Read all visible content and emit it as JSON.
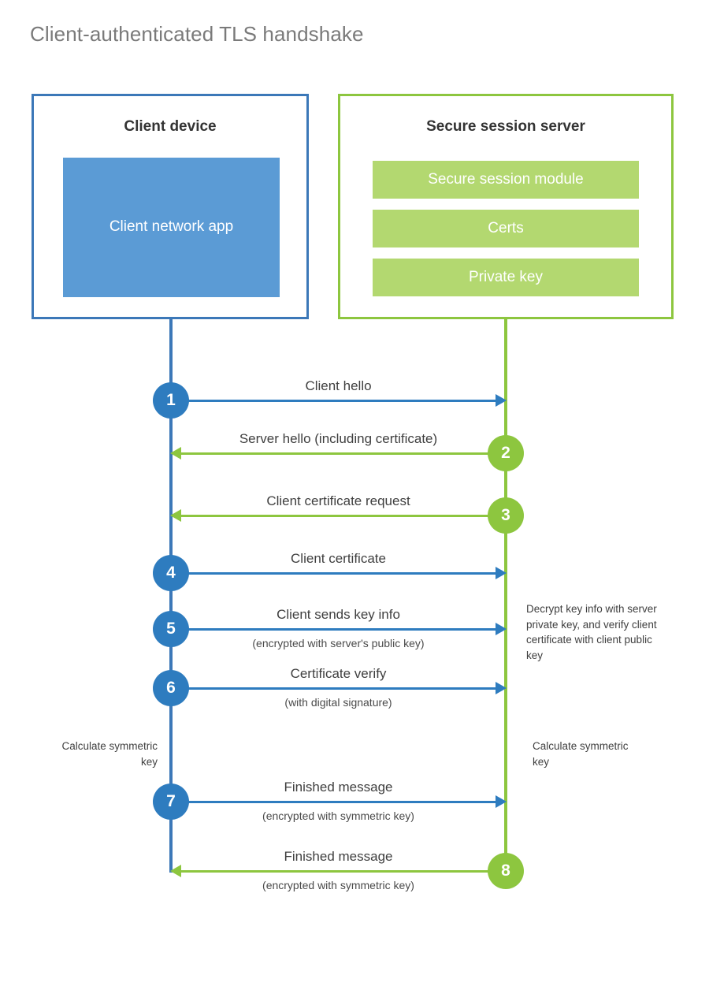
{
  "title": "Client-authenticated TLS handshake",
  "colors": {
    "client_border": "#3c78b8",
    "client_fill": "#5b9bd5",
    "client_accent": "#2e7cbf",
    "server_border": "#8dc63f",
    "server_fill": "#b3d870",
    "server_accent": "#8dc63f",
    "title_text": "#7a7a7a",
    "body_text": "#3f3f3f",
    "background": "#ffffff"
  },
  "actors": {
    "client": {
      "title": "Client device",
      "component": "Client network app"
    },
    "server": {
      "title": "Secure session server",
      "components": [
        "Secure session module",
        "Certs",
        "Private key"
      ]
    }
  },
  "steps": [
    {
      "number": "1",
      "label": "Client hello",
      "sublabel": "",
      "direction": "client-to-server",
      "side": "client"
    },
    {
      "number": "2",
      "label": "Server hello (including certificate)",
      "sublabel": "",
      "direction": "server-to-client",
      "side": "server"
    },
    {
      "number": "3",
      "label": "Client certificate request",
      "sublabel": "",
      "direction": "server-to-client",
      "side": "server"
    },
    {
      "number": "4",
      "label": "Client certificate",
      "sublabel": "",
      "direction": "client-to-server",
      "side": "client"
    },
    {
      "number": "5",
      "label": "Client sends key info",
      "sublabel": "(encrypted with server's public key)",
      "direction": "client-to-server",
      "side": "client"
    },
    {
      "number": "6",
      "label": "Certificate verify",
      "sublabel": "(with digital signature)",
      "direction": "client-to-server",
      "side": "client"
    },
    {
      "number": "7",
      "label": "Finished message",
      "sublabel": "(encrypted with symmetric key)",
      "direction": "client-to-server",
      "side": "client"
    },
    {
      "number": "8",
      "label": "Finished message",
      "sublabel": "(encrypted with symmetric key)",
      "direction": "server-to-client",
      "side": "server"
    }
  ],
  "notes": {
    "server_decrypt": "Decrypt key info with server private key, and verify client certificate with client public key",
    "client_calculate": "Calculate symmetric key",
    "server_calculate": "Calculate symmetric key"
  }
}
